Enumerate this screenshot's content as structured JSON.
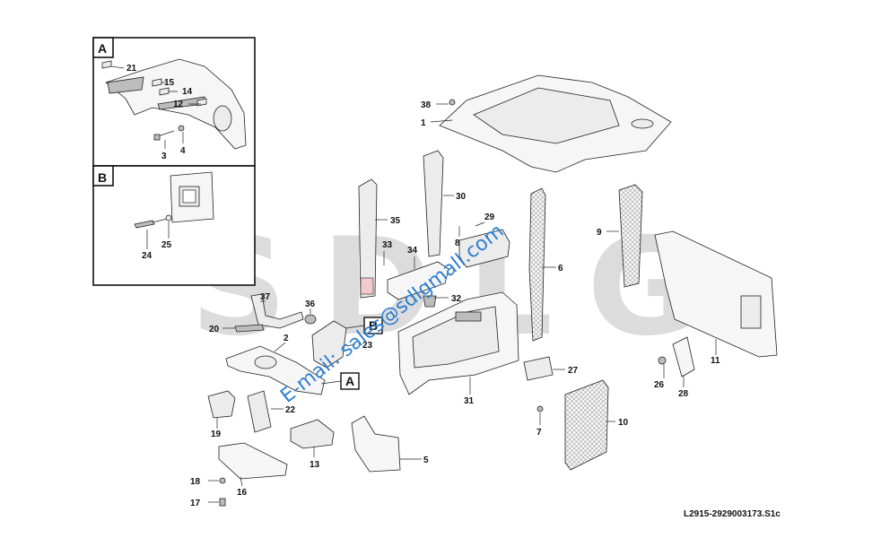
{
  "watermark": {
    "brand": "SDLG",
    "email": "E-mail: sales@sdlgmall.com"
  },
  "drawing_code": "L2915-2929003173.S1c",
  "detail_boxes": [
    {
      "letter": "A",
      "callouts": [
        "21",
        "15",
        "14",
        "12",
        "3",
        "4"
      ]
    },
    {
      "letter": "B",
      "callouts": [
        "25",
        "24"
      ]
    }
  ],
  "callouts": [
    "38",
    "1",
    "30",
    "35",
    "29",
    "33",
    "8",
    "34",
    "6",
    "9",
    "32",
    "37",
    "36",
    "20",
    "2",
    "23",
    "11",
    "27",
    "26",
    "28",
    "31",
    "22",
    "10",
    "19",
    "7",
    "13",
    "5",
    "18",
    "16",
    "17"
  ],
  "ref_tags": [
    "B",
    "A"
  ]
}
